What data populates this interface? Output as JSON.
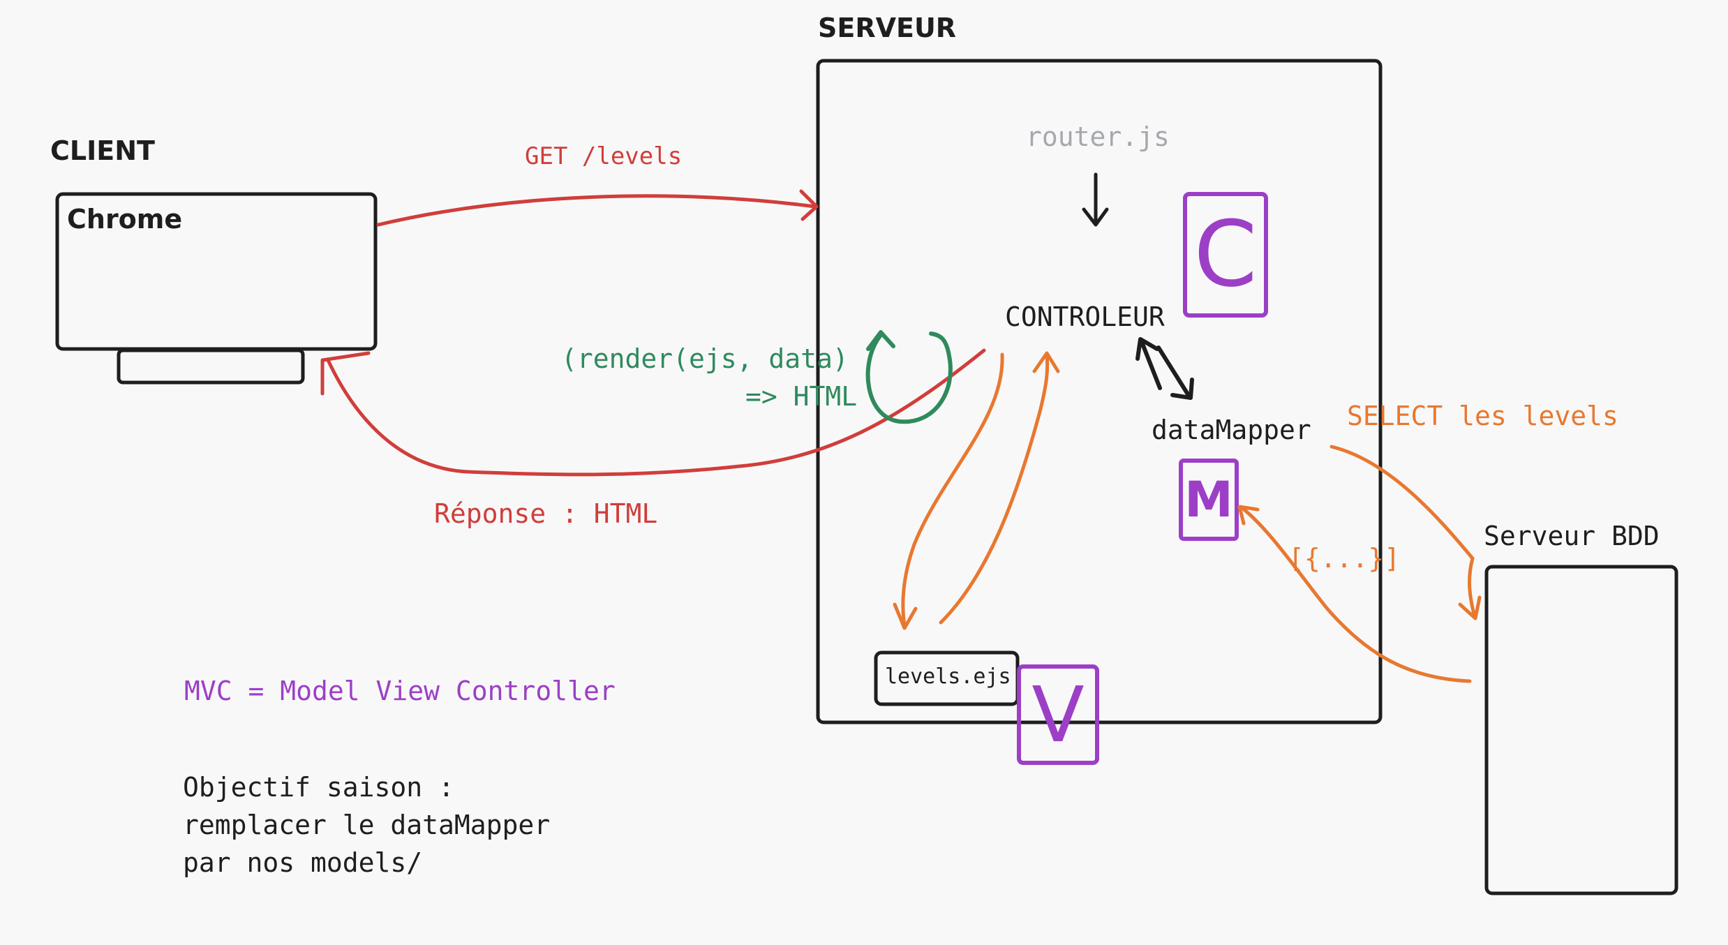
{
  "labels": {
    "serveur_title": "SERVEUR",
    "client_title": "CLIENT",
    "chrome": "Chrome",
    "router": "router.js",
    "get_levels": "GET /levels",
    "controleur": "CONTROLEUR",
    "render_line1": "(render(ejs, data)",
    "render_line2": "=> HTML",
    "datamapper": "dataMapper",
    "select_levels": "SELECT les levels",
    "reponse": "Réponse : HTML",
    "serveur_bdd": "Serveur BDD",
    "result_objects": "[{...}]",
    "levels_ejs": "levels.ejs",
    "mvc": "MVC = Model View Controller",
    "objectif_line1": "Objectif saison :",
    "objectif_line2": "remplacer le dataMapper",
    "objectif_line3": "par nos models/"
  },
  "mvc_badges": {
    "controller": "C",
    "model": "M",
    "view": "V"
  },
  "colors": {
    "ink": "#1e1e1e",
    "red": "#d03e3a",
    "orange": "#e8782f",
    "green": "#2f8a5c",
    "purple": "#9c3fc6",
    "grey": "#a5a8ad"
  }
}
